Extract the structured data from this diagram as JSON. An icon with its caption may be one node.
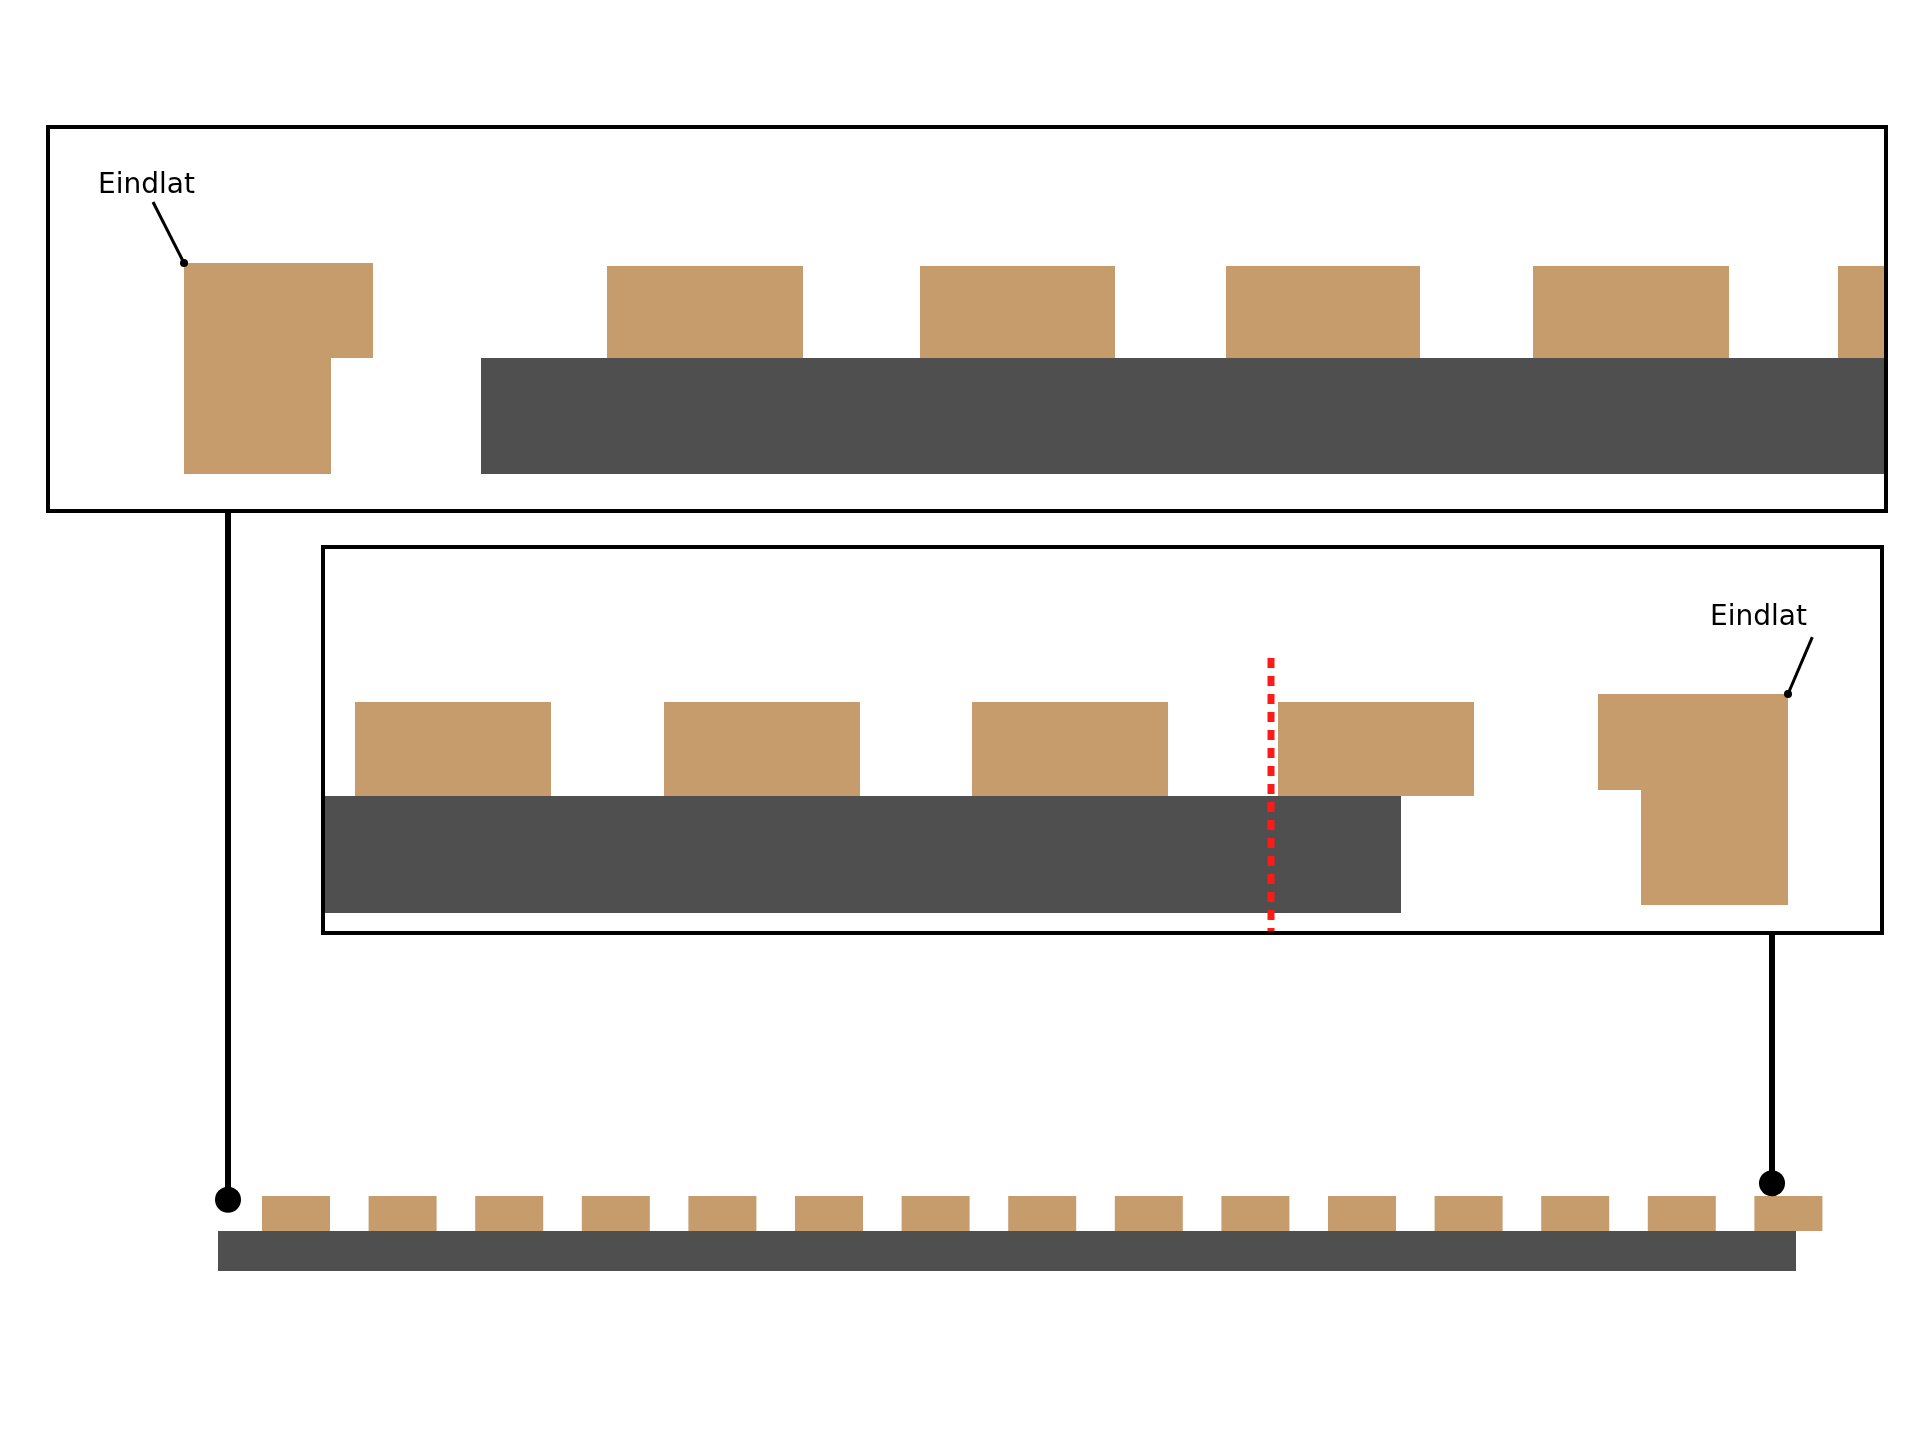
{
  "diagram": {
    "nodes": [
      {
        "text": [],
        "shape": "box"
      },
      {
        "text": [
          "Eindlat"
        ],
        "in": 0
      },
      {
        "text": [],
        "shape": "box",
        "in": 0
      },
      {
        "text": [],
        "shape": "box"
      },
      {
        "text": [
          "Eindlat"
        ],
        "in": 3
      },
      {
        "text": [],
        "shape": "box",
        "in": 3
      },
      {
        "text": [],
        "shape": "bar"
      }
    ],
    "edges": [
      {
        "from": 1,
        "to": 2,
        "arrow": "other"
      },
      {
        "from": 4,
        "to": 5,
        "arrow": "other"
      },
      {
        "from": 0,
        "to": 6,
        "arrow": "other",
        "style": "thick"
      },
      {
        "from": 3,
        "to": 6,
        "arrow": "other",
        "style": "thick"
      }
    ]
  }
}
